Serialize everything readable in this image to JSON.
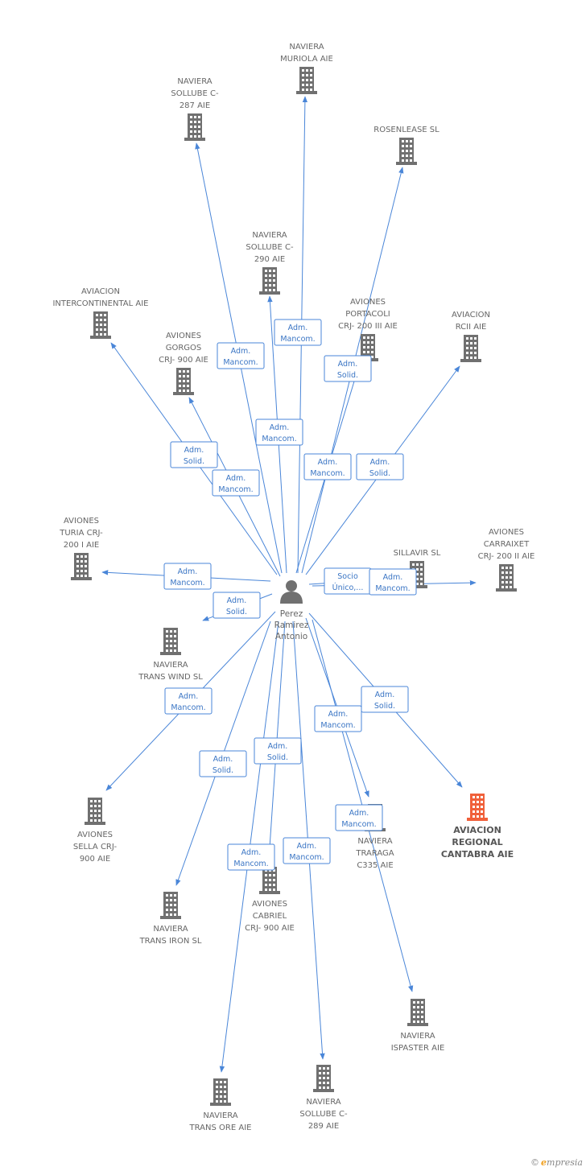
{
  "center": {
    "name_lines": [
      "Perez",
      "Ramirez",
      "Antonio"
    ],
    "icon": "person-icon"
  },
  "colors": {
    "edge": "#4a86d8",
    "building": "#707070",
    "highlight": "#f0603a"
  },
  "nodes": [
    {
      "id": "muriola",
      "lines": [
        "NAVIERA",
        "MURIOLA AIE"
      ],
      "label_pos": "above"
    },
    {
      "id": "sollube287",
      "lines": [
        "NAVIERA",
        "SOLLUBE C-",
        "287 AIE"
      ],
      "label_pos": "above"
    },
    {
      "id": "rosenlease",
      "lines": [
        "ROSENLEASE SL"
      ],
      "label_pos": "above"
    },
    {
      "id": "sollube290",
      "lines": [
        "NAVIERA",
        "SOLLUBE C-",
        "290 AIE"
      ],
      "label_pos": "above"
    },
    {
      "id": "intercontinental",
      "lines": [
        "AVIACION",
        "INTERCONTINENTAL AIE"
      ],
      "label_pos": "above"
    },
    {
      "id": "portacoli",
      "lines": [
        "AVIONES",
        "PORTACOLI",
        "CRJ- 200 III AIE"
      ],
      "label_pos": "above"
    },
    {
      "id": "rcii",
      "lines": [
        "AVIACION",
        "RCII AIE"
      ],
      "label_pos": "above"
    },
    {
      "id": "gorgos",
      "lines": [
        "AVIONES",
        "GORGOS",
        "CRJ- 900 AIE"
      ],
      "label_pos": "above"
    },
    {
      "id": "turia",
      "lines": [
        "AVIONES",
        "TURIA CRJ-",
        "200 I AIE"
      ],
      "label_pos": "above"
    },
    {
      "id": "sillavir",
      "lines": [
        "SILLAVIR SL"
      ],
      "label_pos": "above"
    },
    {
      "id": "carraixet",
      "lines": [
        "AVIONES",
        "CARRAIXET",
        "CRJ- 200 II AIE"
      ],
      "label_pos": "above"
    },
    {
      "id": "transwind",
      "lines": [
        "NAVIERA",
        "TRANS WIND SL"
      ],
      "label_pos": "below"
    },
    {
      "id": "sella",
      "lines": [
        "AVIONES",
        "SELLA CRJ-",
        "900 AIE"
      ],
      "label_pos": "below"
    },
    {
      "id": "cantabra",
      "lines": [
        "AVIACION",
        "REGIONAL",
        "CANTABRA AIE"
      ],
      "label_pos": "below",
      "highlight": true
    },
    {
      "id": "traraga",
      "lines": [
        "NAVIERA",
        "TRARAGA",
        "C335  AIE"
      ],
      "label_pos": "below"
    },
    {
      "id": "cabriel",
      "lines": [
        "AVIONES",
        "CABRIEL",
        "CRJ- 900 AIE"
      ],
      "label_pos": "below"
    },
    {
      "id": "transiron",
      "lines": [
        "NAVIERA",
        "TRANS IRON  SL"
      ],
      "label_pos": "below"
    },
    {
      "id": "ispaster",
      "lines": [
        "NAVIERA",
        "ISPASTER AIE"
      ],
      "label_pos": "below"
    },
    {
      "id": "transore",
      "lines": [
        "NAVIERA",
        "TRANS ORE AIE"
      ],
      "label_pos": "below"
    },
    {
      "id": "sollube289",
      "lines": [
        "NAVIERA",
        "SOLLUBE C-",
        "289 AIE"
      ],
      "label_pos": "below"
    }
  ],
  "edges": [
    {
      "to": "muriola",
      "role": [
        "Adm.",
        "Mancom."
      ]
    },
    {
      "to": "sollube287",
      "role": [
        "Adm.",
        "Mancom."
      ]
    },
    {
      "to": "rosenlease",
      "role": [
        "Adm.",
        "Solid."
      ]
    },
    {
      "to": "sollube290",
      "role": [
        "Adm.",
        "Mancom."
      ]
    },
    {
      "to": "intercontinental",
      "role": [
        "Adm.",
        "Solid."
      ]
    },
    {
      "to": "portacoli",
      "role": [
        "Adm.",
        "Mancom."
      ]
    },
    {
      "to": "rcii",
      "role": [
        "Adm.",
        "Solid."
      ]
    },
    {
      "to": "gorgos",
      "role": [
        "Adm.",
        "Mancom."
      ]
    },
    {
      "to": "turia",
      "role": [
        "Adm.",
        "Mancom."
      ]
    },
    {
      "to": "sillavir",
      "role": [
        "Socio",
        "Único,..."
      ]
    },
    {
      "to": "carraixet",
      "role": [
        "Adm.",
        "Mancom."
      ]
    },
    {
      "to": "transwind",
      "role": [
        "Adm.",
        "Solid."
      ]
    },
    {
      "to": "sella",
      "role": [
        "Adm.",
        "Mancom."
      ]
    },
    {
      "to": "cantabra",
      "role": [
        "Adm.",
        "Solid."
      ]
    },
    {
      "to": "traraga",
      "role": [
        "Adm.",
        "Mancom."
      ]
    },
    {
      "to": "cabriel",
      "role": [
        "Adm.",
        "Solid."
      ]
    },
    {
      "to": "transiron",
      "role": [
        "Adm.",
        "Solid."
      ]
    },
    {
      "to": "ispaster",
      "role": [
        "Adm.",
        "Mancom."
      ]
    },
    {
      "to": "transore",
      "role": [
        "Adm.",
        "Mancom."
      ]
    },
    {
      "to": "sollube289",
      "role": [
        "Adm.",
        "Mancom."
      ]
    }
  ],
  "footer": {
    "copyright": "©",
    "brand_initial": "e",
    "brand_rest": "mpresia"
  }
}
